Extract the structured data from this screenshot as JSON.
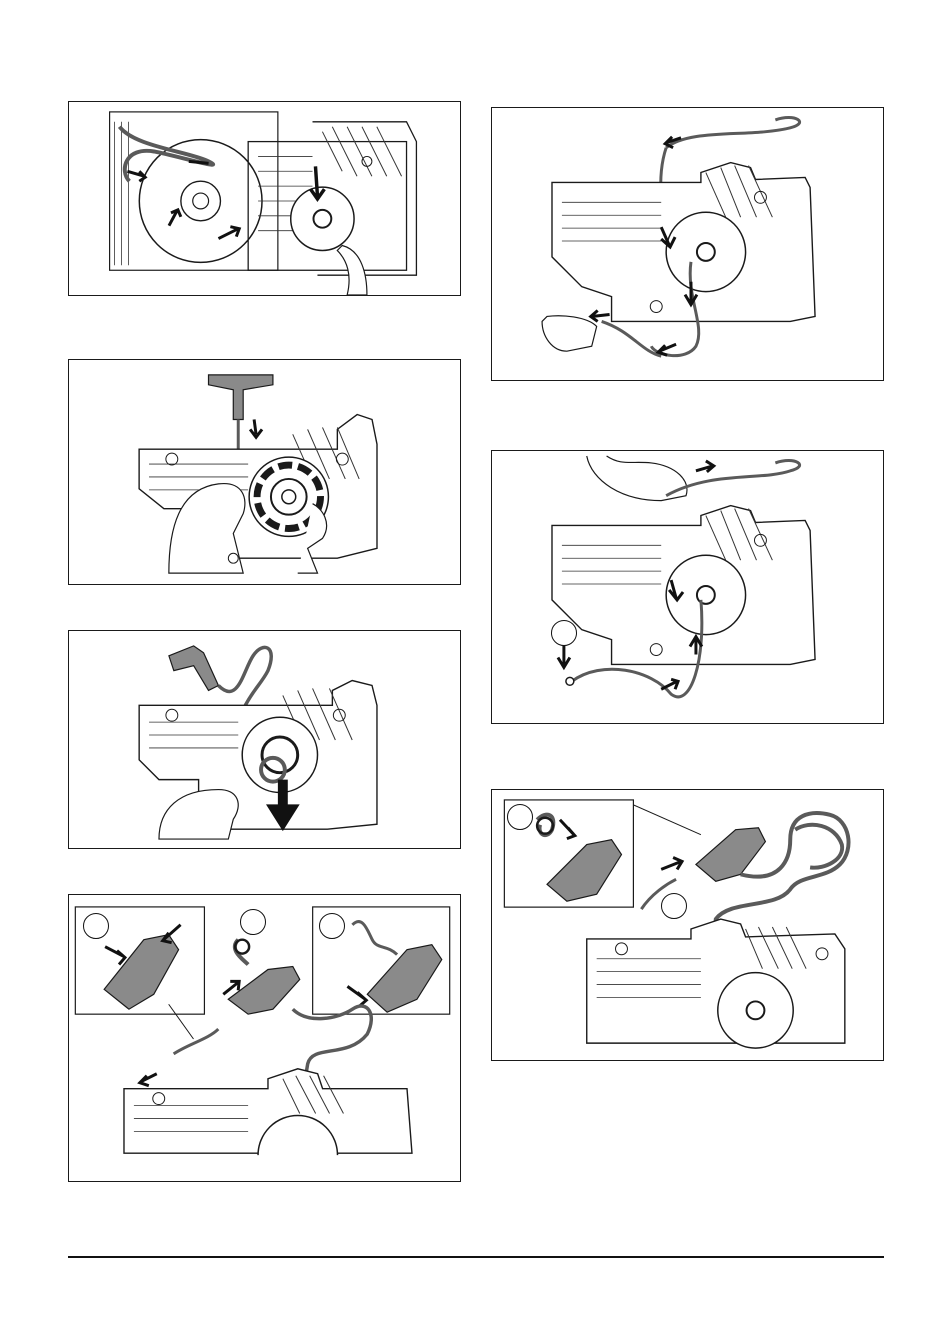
{
  "page": {
    "figures": [
      {
        "id": "fig-1",
        "subject": "rope-guide-and-pulley-removal"
      },
      {
        "id": "fig-2",
        "subject": "handle-pressed-pulley-turned"
      },
      {
        "id": "fig-3",
        "subject": "pulley-lifted-out"
      },
      {
        "id": "fig-4",
        "subject": "rope-knot-at-handle",
        "callouts": 3
      },
      {
        "id": "fig-5",
        "subject": "rope-pulled-through-housing"
      },
      {
        "id": "fig-6",
        "subject": "rope-fed-back-through",
        "callouts": 1
      },
      {
        "id": "fig-7",
        "subject": "rope-knotted-into-handle",
        "callouts": 2
      }
    ],
    "colors": {
      "line": "#1a1a1a",
      "hatch": "#333333",
      "rope": "#5a5a5a",
      "handle": "#8a8a8a"
    }
  }
}
